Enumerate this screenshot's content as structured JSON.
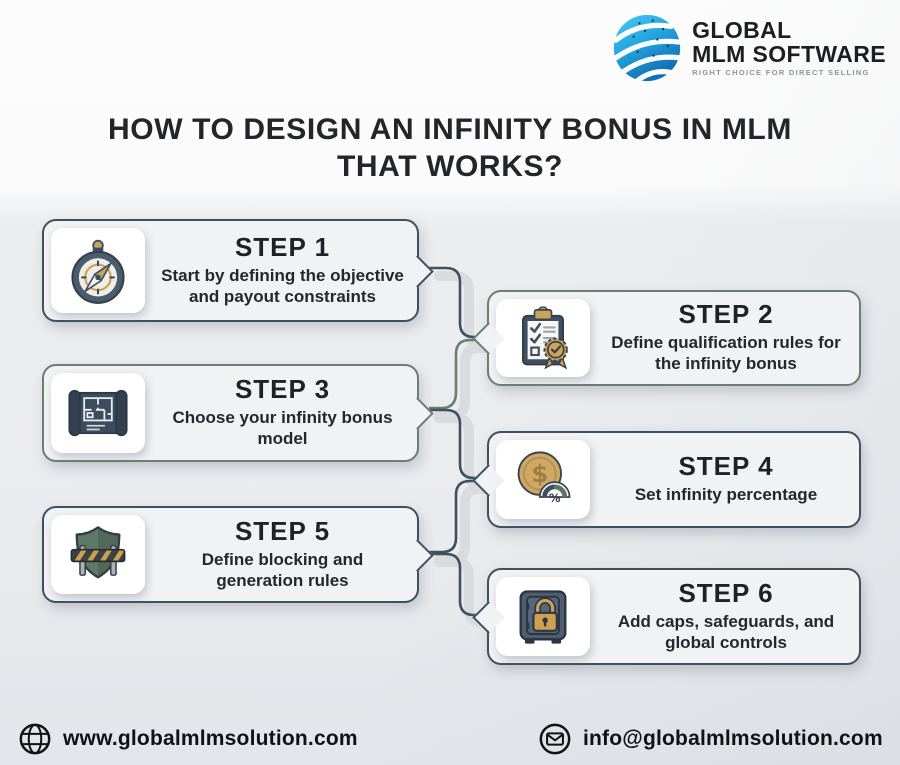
{
  "logo": {
    "line1": "GLOBAL",
    "line2": "MLM SOFTWARE",
    "tagline": "RIGHT CHOICE FOR DIRECT SELLING"
  },
  "title": {
    "line1": "HOW TO DESIGN AN INFINITY BONUS IN MLM",
    "line2": "THAT WORKS?"
  },
  "steps": [
    {
      "label": "STEP 1",
      "description": "Start by defining the objective and payout constraints",
      "icon": "compass-icon",
      "accent": "#3f5061"
    },
    {
      "label": "STEP 2",
      "description": "Define qualification rules for the infinity bonus",
      "icon": "certificate-checklist-icon",
      "accent": "#6b7e70"
    },
    {
      "label": "STEP 3",
      "description": "Choose your infinity bonus model",
      "icon": "blueprint-icon",
      "accent": "#6b7e70"
    },
    {
      "label": "STEP 4",
      "description": "Set infinity percentage",
      "icon": "coin-percentage-icon",
      "accent": "#3f5061"
    },
    {
      "label": "STEP 5",
      "description": "Define blocking and generation rules",
      "icon": "shield-barrier-icon",
      "accent": "#3f5061"
    },
    {
      "label": "STEP 6",
      "description": "Add caps, safeguards, and global controls",
      "icon": "safe-lock-icon",
      "accent": "#3f5061"
    }
  ],
  "footer": {
    "website": "www.globalmlmsolution.com",
    "email": "info@globalmlmsolution.com"
  },
  "colors": {
    "ink": "#232529",
    "navy": "#3f5061",
    "green": "#6b7e70",
    "cardbg": "#f1f2f4",
    "pipe": "#d9dcdf",
    "gold": "#c9a35c",
    "brand": "#22a2de"
  }
}
